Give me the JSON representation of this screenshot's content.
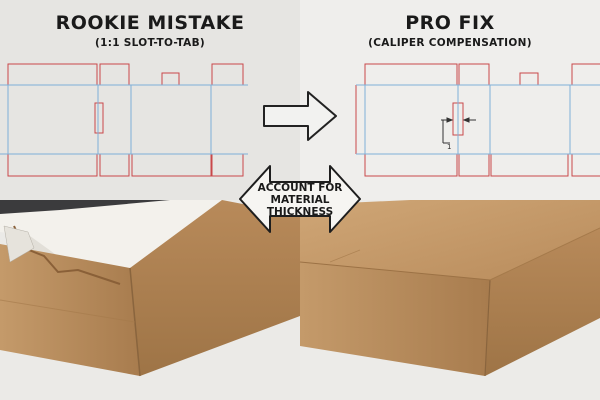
{
  "left_panel": {
    "title": "ROOKIE MISTAKE",
    "subtitle": "(1:1 SLOT-TO-TAB)"
  },
  "right_panel": {
    "title": "PRO FIX",
    "subtitle": "(CALIPER COMPENSATION)",
    "dimension_label": "1"
  },
  "callout": {
    "line1": "ACCOUNT FOR",
    "line2": "MATERIAL",
    "line3": "THICKNESS"
  },
  "colors": {
    "cut_line": "#c9484a",
    "fold_line": "#7fb0d8",
    "cardboard": "#c69c6d",
    "white_board": "#f3f1ec"
  }
}
